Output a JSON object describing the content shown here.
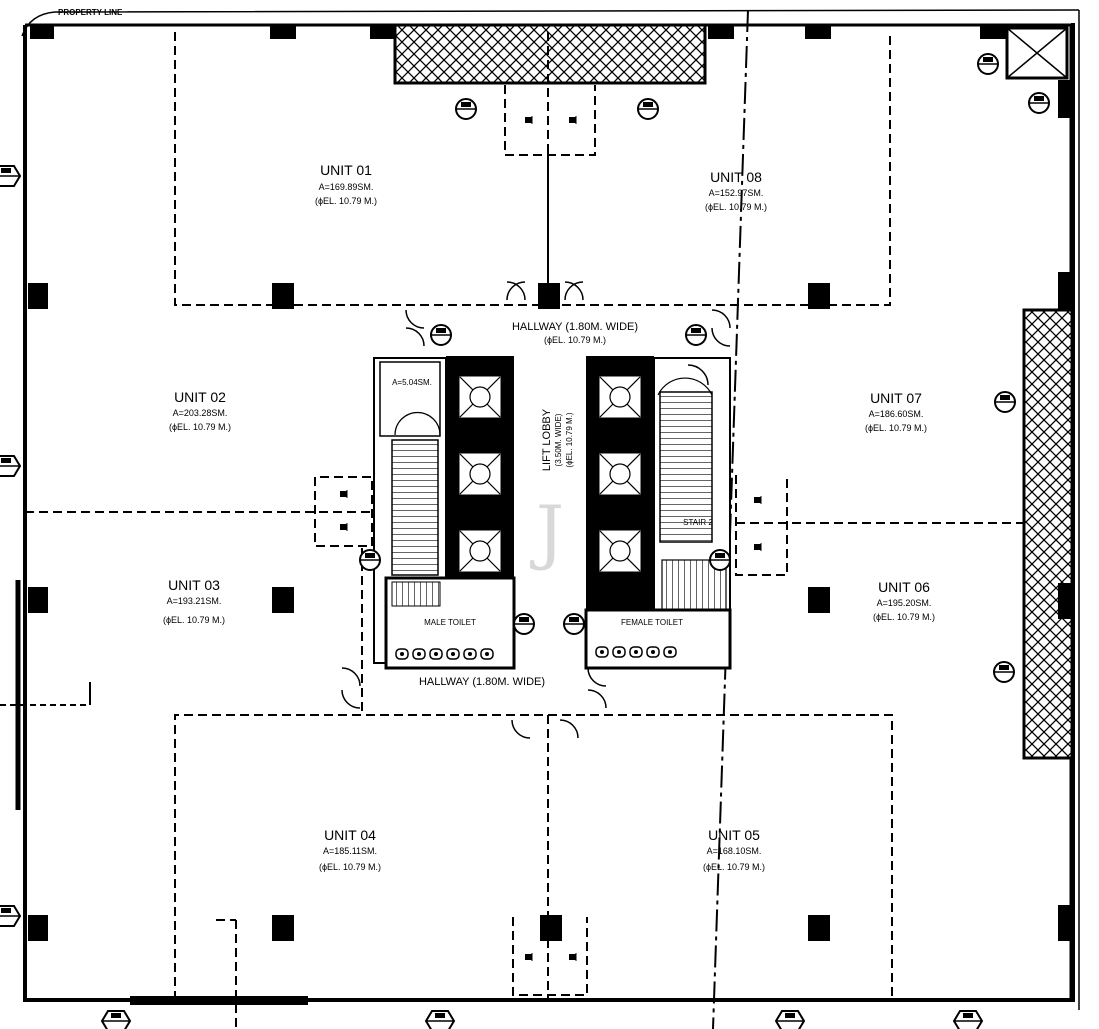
{
  "property_line": "PROPERTY LINE",
  "units": [
    {
      "id": "u01",
      "name": "UNIT 01",
      "area": "A=169.89SM.",
      "el": "(ϕEL. 10.79 M.)"
    },
    {
      "id": "u08",
      "name": "UNIT 08",
      "area": "A=152.97SM.",
      "el": "(ϕEL. 10.79 M.)"
    },
    {
      "id": "u02",
      "name": "UNIT 02",
      "area": "A=203.28SM.",
      "el": "(ϕEL. 10.79 M.)"
    },
    {
      "id": "u07",
      "name": "UNIT 07",
      "area": "A=186.60SM.",
      "el": "(ϕEL. 10.79 M.)"
    },
    {
      "id": "u03",
      "name": "UNIT 03",
      "area": "A=193.21SM.",
      "el": "(ϕEL. 10.79 M.)"
    },
    {
      "id": "u06",
      "name": "UNIT 06",
      "area": "A=195.20SM.",
      "el": "(ϕEL. 10.79 M.)"
    },
    {
      "id": "u04",
      "name": "UNIT 04",
      "area": "A=185.11SM.",
      "el": "(ϕEL. 10.79 M.)"
    },
    {
      "id": "u05",
      "name": "UNIT 05",
      "area": "A=168.10SM.",
      "el": "(ϕEL. 10.79 M.)"
    }
  ],
  "hallway_top": {
    "name": "HALLWAY (1.80M. WIDE)",
    "el": "(ϕEL. 10.79 M.)"
  },
  "hallway_bottom": {
    "name": "HALLWAY (1.80M. WIDE)"
  },
  "lift_lobby": {
    "name": "LIFT LOBBY",
    "width": "(3.50M. WIDE)",
    "el": "(ϕEL. 10.79 M.)"
  },
  "stair_right": "STAIR 2",
  "stair_left_area": "A=5.04SM.",
  "male_toilet": "MALE TOILET",
  "female_toilet": "FEMALE TOILET",
  "watermark": "J"
}
